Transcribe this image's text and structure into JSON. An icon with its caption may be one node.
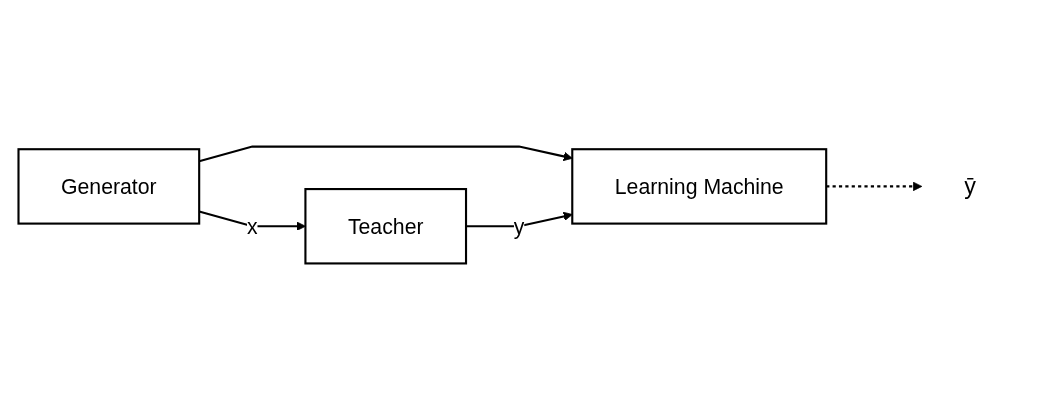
{
  "diagram": {
    "nodes": [
      {
        "text": [
          "Generator"
        ]
      },
      {
        "text": [
          "Teacher"
        ]
      },
      {
        "text": [
          "Learning Machine"
        ]
      },
      {
        "text": [
          "ȳ"
        ]
      }
    ],
    "edges": [
      {
        "from": 0,
        "to": 1,
        "arrow": "to",
        "label": "x"
      },
      {
        "from": 0,
        "to": 2,
        "arrow": "to"
      },
      {
        "from": 1,
        "to": 2,
        "arrow": "to",
        "label": "y"
      },
      {
        "from": 2,
        "to": 3,
        "arrow": "to",
        "style": "dashed"
      }
    ]
  }
}
